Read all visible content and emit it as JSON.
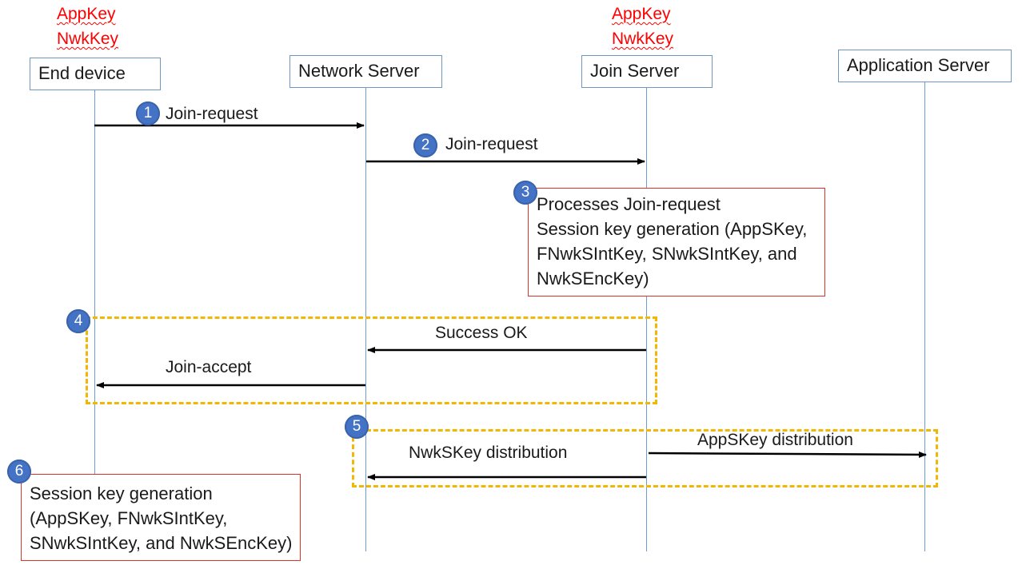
{
  "keys": {
    "end_device": [
      "AppKey",
      "NwkKey"
    ],
    "join_server": [
      "AppKey",
      "NwkKey"
    ]
  },
  "actors": {
    "end_device": "End device",
    "network_server": "Network Server",
    "join_server": "Join Server",
    "application_server": "Application Server"
  },
  "steps": [
    "1",
    "2",
    "3",
    "4",
    "5",
    "6"
  ],
  "messages": {
    "join_request_1": "Join-request",
    "join_request_2": "Join-request",
    "success_ok": "Success OK",
    "join_accept": "Join-accept",
    "nwkskey_distribution": "NwkSKey distribution",
    "appskey_distribution": "AppSKey distribution"
  },
  "notes": {
    "join_server_processing": [
      "Processes Join-request",
      "Session key generation (AppSKey,",
      "FNwkSIntKey, SNwkSIntKey, and",
      "NwkSEncKey)"
    ],
    "end_device_generation": [
      "Session key generation",
      "(AppSKey, FNwkSIntKey,",
      "SNwkSIntKey, and NwkSEncKey)"
    ]
  },
  "colors": {
    "key_text": "#ff0000",
    "step_badge": "#4472c4",
    "dashed_group": "#f2b705",
    "note_border": "#d9342b",
    "actor_border": "#7096c4"
  }
}
